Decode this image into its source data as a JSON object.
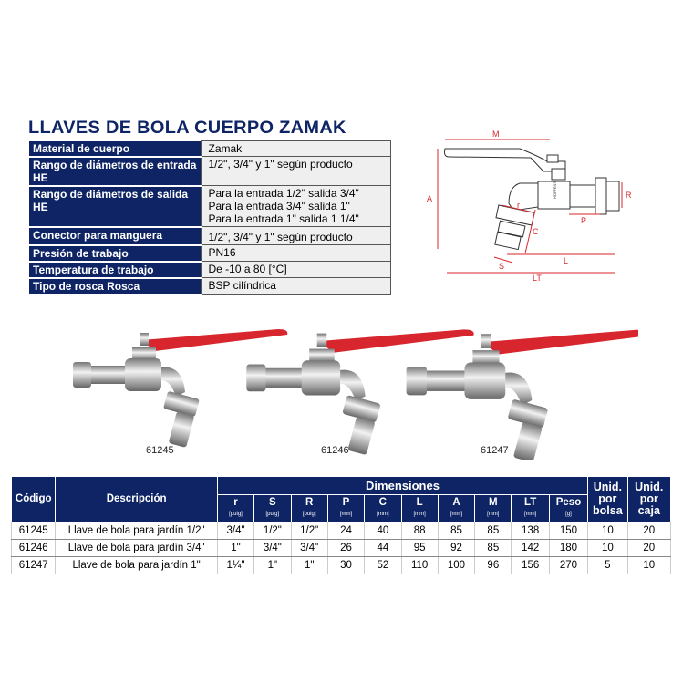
{
  "title": "LLAVES DE BOLA CUERPO ZAMAK",
  "specs": [
    {
      "label": "Material de cuerpo",
      "value": [
        "Zamak"
      ]
    },
    {
      "label": "Rango de diámetros de entrada HE",
      "value": [
        "1/2\", 3/4\" y 1\" según producto"
      ]
    },
    {
      "label": "Rango de diámetros de salida HE",
      "value": [
        "Para la entrada 1/2\" salida 3/4\"",
        "Para la entrada 3/4\" salida 1\"",
        "Para la entrada 1\" salida 1 1/4\""
      ]
    },
    {
      "label": "Conector para manguera",
      "value": [
        "1/2\", 3/4\" y 1\" según producto"
      ]
    },
    {
      "label": "Presión de trabajo",
      "value": [
        "PN16"
      ]
    },
    {
      "label": "Temperatura de trabajo",
      "value": [
        "De -10 a 80 [°C]"
      ]
    },
    {
      "label": "Tipo de rosca Rosca",
      "value": [
        "BSP cilíndrica"
      ]
    }
  ],
  "diagram": {
    "labels": [
      "M",
      "A",
      "R",
      "r",
      "C",
      "P",
      "L",
      "S",
      "LT"
    ],
    "brand": "HOFFENS",
    "line_color": "#d9262b"
  },
  "products": [
    "61245",
    "61246",
    "61247"
  ],
  "colors": {
    "navy": "#0e2465",
    "handle": "#d8262e"
  },
  "table": {
    "col_codigo": "Código",
    "col_desc": "Descripción",
    "col_dims": "Dimensiones",
    "col_bolsa": [
      "Unid.",
      "por",
      "bolsa"
    ],
    "col_caja": [
      "Unid.",
      "por",
      "caja"
    ],
    "dims": [
      {
        "n": "r",
        "u": "[pulg]"
      },
      {
        "n": "S",
        "u": "[pulg]"
      },
      {
        "n": "R",
        "u": "[pulg]"
      },
      {
        "n": "P",
        "u": "[mm]"
      },
      {
        "n": "C",
        "u": "[mm]"
      },
      {
        "n": "L",
        "u": "[mm]"
      },
      {
        "n": "A",
        "u": "[mm]"
      },
      {
        "n": "M",
        "u": "[mm]"
      },
      {
        "n": "LT",
        "u": "[mm]"
      },
      {
        "n": "Peso",
        "u": "[g]"
      }
    ],
    "rows": [
      [
        "61245",
        "Llave de bola para jardín 1/2\"",
        "3/4\"",
        "1/2\"",
        "1/2\"",
        "24",
        "40",
        "88",
        "85",
        "85",
        "138",
        "150",
        "10",
        "20"
      ],
      [
        "61246",
        "Llave de bola para jardín 3/4\"",
        "1\"",
        "3/4\"",
        "3/4\"",
        "26",
        "44",
        "95",
        "92",
        "85",
        "142",
        "180",
        "10",
        "20"
      ],
      [
        "61247",
        "Llave de bola para jardín 1\"",
        "1¼\"",
        "1\"",
        "1\"",
        "30",
        "52",
        "110",
        "100",
        "96",
        "156",
        "270",
        "5",
        "10"
      ]
    ]
  }
}
